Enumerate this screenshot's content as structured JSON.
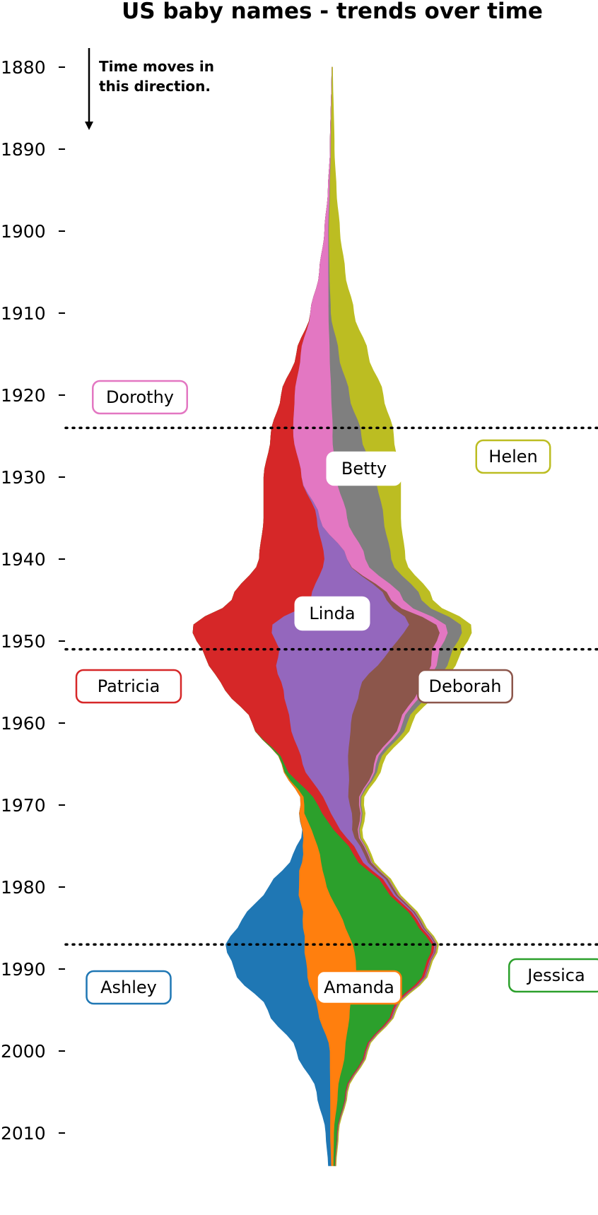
{
  "chart_data": {
    "type": "area",
    "subtype": "streamgraph (vertical, centered baseline)",
    "title": "US baby names - trends over time",
    "xlabel": "",
    "ylabel": "",
    "y_axis": {
      "range": [
        1880,
        2014
      ],
      "ticks": [
        1880,
        1890,
        1900,
        1910,
        1920,
        1930,
        1940,
        1950,
        1960,
        1970,
        1980,
        1990,
        2000,
        2010
      ],
      "tick_labels": [
        "1880",
        "1890",
        "1900",
        "1910",
        "1920",
        "1930",
        "1940",
        "1950",
        "1960",
        "1970",
        "1980",
        "1990",
        "2000",
        "2010"
      ],
      "inverted": true
    },
    "annotation": "Time moves in this direction.",
    "reference_lines": [
      1924,
      1951,
      1987
    ],
    "series": [
      {
        "name": "Ashley",
        "color": "#1f77b4",
        "points": [
          [
            1880,
            0
          ],
          [
            1970,
            0
          ],
          [
            1973,
            200
          ],
          [
            1977,
            8000
          ],
          [
            1980,
            20000
          ],
          [
            1984,
            40000
          ],
          [
            1987,
            52000
          ],
          [
            1990,
            48000
          ],
          [
            1995,
            33000
          ],
          [
            2000,
            22000
          ],
          [
            2005,
            9000
          ],
          [
            2010,
            3000
          ],
          [
            2014,
            2000
          ]
        ]
      },
      {
        "name": "Amanda",
        "color": "#ff7f0e",
        "points": [
          [
            1880,
            0
          ],
          [
            1960,
            0
          ],
          [
            1965,
            300
          ],
          [
            1970,
            2500
          ],
          [
            1973,
            6000
          ],
          [
            1976,
            11000
          ],
          [
            1979,
            17000
          ],
          [
            1982,
            22000
          ],
          [
            1985,
            28000
          ],
          [
            1988,
            33000
          ],
          [
            1991,
            32000
          ],
          [
            1995,
            21000
          ],
          [
            2000,
            10000
          ],
          [
            2005,
            5000
          ],
          [
            2010,
            2500
          ],
          [
            2014,
            1500
          ]
        ]
      },
      {
        "name": "Jessica",
        "color": "#2ca02c",
        "points": [
          [
            1880,
            0
          ],
          [
            1960,
            0
          ],
          [
            1965,
            1500
          ],
          [
            1968,
            5000
          ],
          [
            1972,
            13000
          ],
          [
            1976,
            22000
          ],
          [
            1980,
            38000
          ],
          [
            1984,
            47000
          ],
          [
            1987,
            52000
          ],
          [
            1990,
            45000
          ],
          [
            1995,
            28000
          ],
          [
            2000,
            13000
          ],
          [
            2005,
            5000
          ],
          [
            2010,
            2000
          ],
          [
            2014,
            1000
          ]
        ]
      },
      {
        "name": "Patricia",
        "color": "#d62728",
        "points": [
          [
            1880,
            0
          ],
          [
            1910,
            0
          ],
          [
            1915,
            3000
          ],
          [
            1920,
            9000
          ],
          [
            1925,
            15000
          ],
          [
            1930,
            25000
          ],
          [
            1935,
            35000
          ],
          [
            1940,
            43000
          ],
          [
            1945,
            52000
          ],
          [
            1950,
            52000
          ],
          [
            1955,
            40000
          ],
          [
            1960,
            25000
          ],
          [
            1965,
            12000
          ],
          [
            1970,
            6000
          ],
          [
            1975,
            3500
          ],
          [
            1980,
            2500
          ],
          [
            1985,
            2000
          ],
          [
            1990,
            1500
          ],
          [
            2000,
            700
          ],
          [
            2010,
            300
          ],
          [
            2014,
            200
          ]
        ]
      },
      {
        "name": "Linda",
        "color": "#9467bd",
        "points": [
          [
            1880,
            0
          ],
          [
            1930,
            0
          ],
          [
            1935,
            2000
          ],
          [
            1940,
            15000
          ],
          [
            1945,
            50000
          ],
          [
            1948,
            90000
          ],
          [
            1952,
            70000
          ],
          [
            1956,
            50000
          ],
          [
            1960,
            40000
          ],
          [
            1965,
            30000
          ],
          [
            1970,
            15000
          ],
          [
            1975,
            4000
          ],
          [
            1980,
            1500
          ],
          [
            1985,
            800
          ],
          [
            1990,
            500
          ],
          [
            2000,
            300
          ],
          [
            2010,
            150
          ],
          [
            2014,
            100
          ]
        ]
      },
      {
        "name": "Deborah",
        "color": "#8c564b",
        "points": [
          [
            1880,
            0
          ],
          [
            1940,
            0
          ],
          [
            1945,
            3000
          ],
          [
            1950,
            26000
          ],
          [
            1955,
            40000
          ],
          [
            1960,
            32000
          ],
          [
            1965,
            17000
          ],
          [
            1970,
            6000
          ],
          [
            1975,
            2500
          ],
          [
            1980,
            1500
          ],
          [
            1985,
            800
          ],
          [
            1990,
            400
          ],
          [
            2000,
            200
          ],
          [
            2010,
            100
          ],
          [
            2014,
            50
          ]
        ]
      },
      {
        "name": "Dorothy",
        "color": "#e377c2",
        "points": [
          [
            1880,
            100
          ],
          [
            1890,
            500
          ],
          [
            1895,
            1000
          ],
          [
            1900,
            2500
          ],
          [
            1905,
            6000
          ],
          [
            1910,
            12000
          ],
          [
            1915,
            19000
          ],
          [
            1920,
            24000
          ],
          [
            1924,
            26000
          ],
          [
            1930,
            23000
          ],
          [
            1935,
            18000
          ],
          [
            1940,
            12000
          ],
          [
            1945,
            8000
          ],
          [
            1950,
            5000
          ],
          [
            1955,
            3000
          ],
          [
            1960,
            2000
          ],
          [
            1970,
            700
          ],
          [
            1980,
            350
          ],
          [
            1990,
            200
          ],
          [
            2000,
            100
          ],
          [
            2010,
            50
          ],
          [
            2014,
            30
          ]
        ]
      },
      {
        "name": "Betty",
        "color": "#7f7f7f",
        "points": [
          [
            1880,
            100
          ],
          [
            1890,
            150
          ],
          [
            1900,
            400
          ],
          [
            1905,
            700
          ],
          [
            1910,
            1500
          ],
          [
            1915,
            6000
          ],
          [
            1920,
            12000
          ],
          [
            1925,
            19000
          ],
          [
            1930,
            26000
          ],
          [
            1935,
            24000
          ],
          [
            1940,
            17000
          ],
          [
            1945,
            12000
          ],
          [
            1950,
            9000
          ],
          [
            1955,
            6000
          ],
          [
            1960,
            3000
          ],
          [
            1970,
            700
          ],
          [
            1980,
            300
          ],
          [
            1990,
            200
          ],
          [
            2000,
            100
          ],
          [
            2010,
            50
          ],
          [
            2014,
            30
          ]
        ]
      },
      {
        "name": "Helen",
        "color": "#bcbd22",
        "points": [
          [
            1880,
            300
          ],
          [
            1890,
            2000
          ],
          [
            1895,
            4000
          ],
          [
            1900,
            7000
          ],
          [
            1905,
            10000
          ],
          [
            1910,
            15000
          ],
          [
            1915,
            19000
          ],
          [
            1920,
            22000
          ],
          [
            1925,
            21000
          ],
          [
            1930,
            16000
          ],
          [
            1935,
            11000
          ],
          [
            1940,
            9000
          ],
          [
            1945,
            7000
          ],
          [
            1950,
            6000
          ],
          [
            1955,
            4500
          ],
          [
            1960,
            3000
          ],
          [
            1970,
            1500
          ],
          [
            1980,
            900
          ],
          [
            1990,
            600
          ],
          [
            2000,
            350
          ],
          [
            2010,
            200
          ],
          [
            2014,
            150
          ]
        ]
      }
    ],
    "labels": [
      {
        "text": "Dorothy",
        "color": "#e377c2",
        "boxed": true
      },
      {
        "text": "Betty",
        "color": "#ffffff",
        "boxed": true
      },
      {
        "text": "Helen",
        "color": "#bcbd22",
        "boxed": true
      },
      {
        "text": "Linda",
        "color": "#ffffff",
        "boxed": true
      },
      {
        "text": "Patricia",
        "color": "#d62728",
        "boxed": true
      },
      {
        "text": "Deborah",
        "color": "#8c564b",
        "boxed": true
      },
      {
        "text": "Ashley",
        "color": "#1f77b4",
        "boxed": true
      },
      {
        "text": "Amanda",
        "color": "#ff7f0e",
        "boxed": true
      },
      {
        "text": "Jessica",
        "color": "#2ca02c",
        "boxed": true
      }
    ]
  }
}
